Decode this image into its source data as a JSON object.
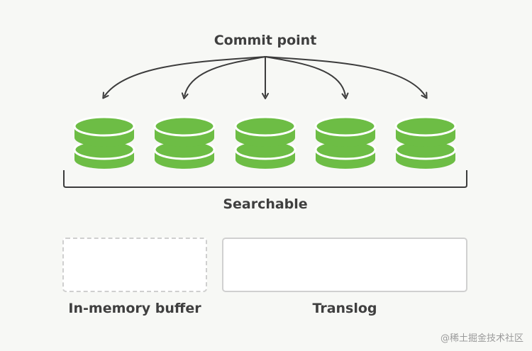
{
  "diagram": {
    "commit_label": "Commit point",
    "searchable_label": "Searchable",
    "buffer_label": "In-memory buffer",
    "translog_label": "Translog",
    "segment_count": 5
  },
  "colors": {
    "background": "#f7f8f5",
    "segment_green": "#6dbd45",
    "arrow": "#3c3c3c",
    "text": "#3f3f3f"
  },
  "watermark": "@稀土掘金技术社区"
}
